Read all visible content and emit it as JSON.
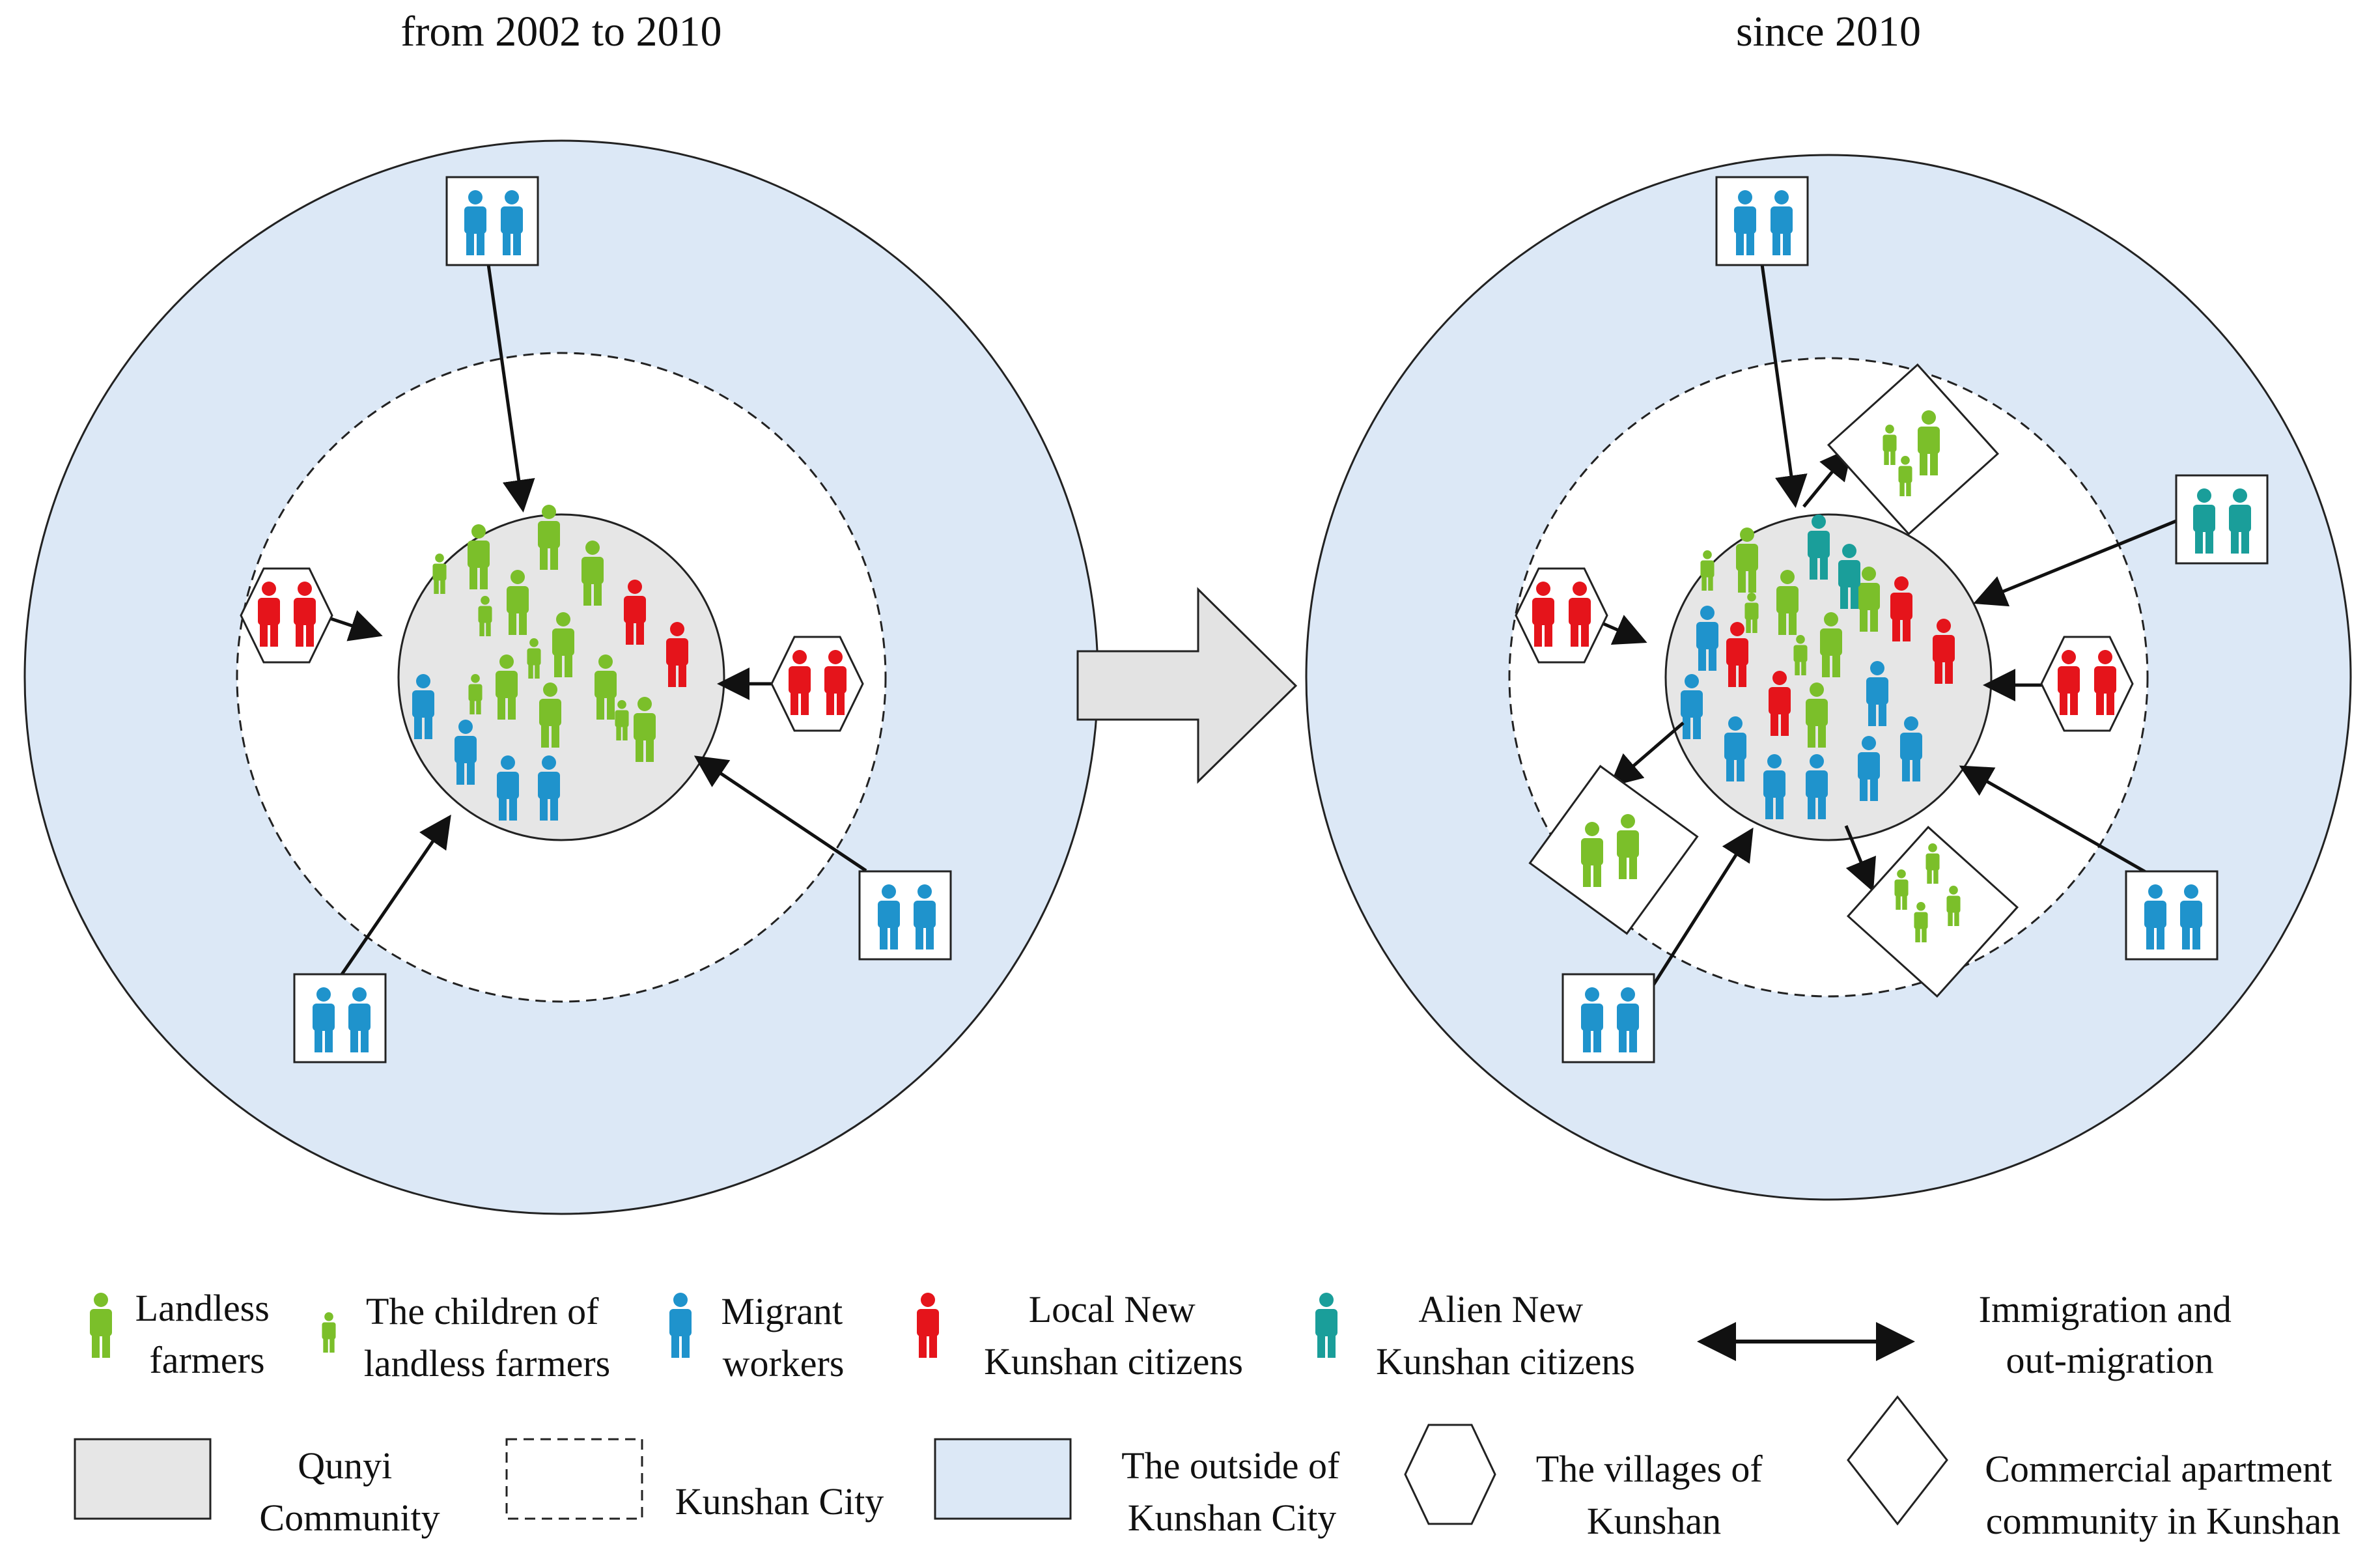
{
  "titles": {
    "left": "from 2002 to 2010",
    "right": "since 2010"
  },
  "colors": {
    "outer_ring": "#dce8f6",
    "core": "#e6e6e6",
    "landless_farmer": "#7bbf2a",
    "migrant_worker": "#1f93cc",
    "local_new_citizen": "#e5141b",
    "alien_new_citizen": "#1a9e9a",
    "stroke": "#222222"
  },
  "legend": {
    "landless_farmers": [
      "Landless",
      "farmers"
    ],
    "children_of_landless_farmers": [
      "The children of",
      "landless farmers"
    ],
    "migrant_workers": [
      "Migrant",
      "workers"
    ],
    "local_new_kunshan_citizens": [
      "Local New",
      "Kunshan citizens"
    ],
    "alien_new_kunshan_citizens": [
      "Alien New",
      "Kunshan citizens"
    ],
    "immigration_out_migration": [
      "Immigration  and",
      "out-migration"
    ],
    "qunyi_community": [
      "Qunyi",
      "Community"
    ],
    "kunshan_city": [
      "Kunshan City"
    ],
    "outside_kunshan_city": [
      "The outside of",
      "Kunshan City"
    ],
    "villages_of_kunshan": [
      "The villages of",
      "Kunshan"
    ],
    "commercial_apartment": [
      "Commercial apartment",
      "community in Kunshan"
    ]
  },
  "icons": {
    "person": "person-icon",
    "village": "hexagon-icon",
    "apartment": "diamond-icon",
    "shift": "right-arrow-icon",
    "flow": "double-arrow-icon"
  }
}
